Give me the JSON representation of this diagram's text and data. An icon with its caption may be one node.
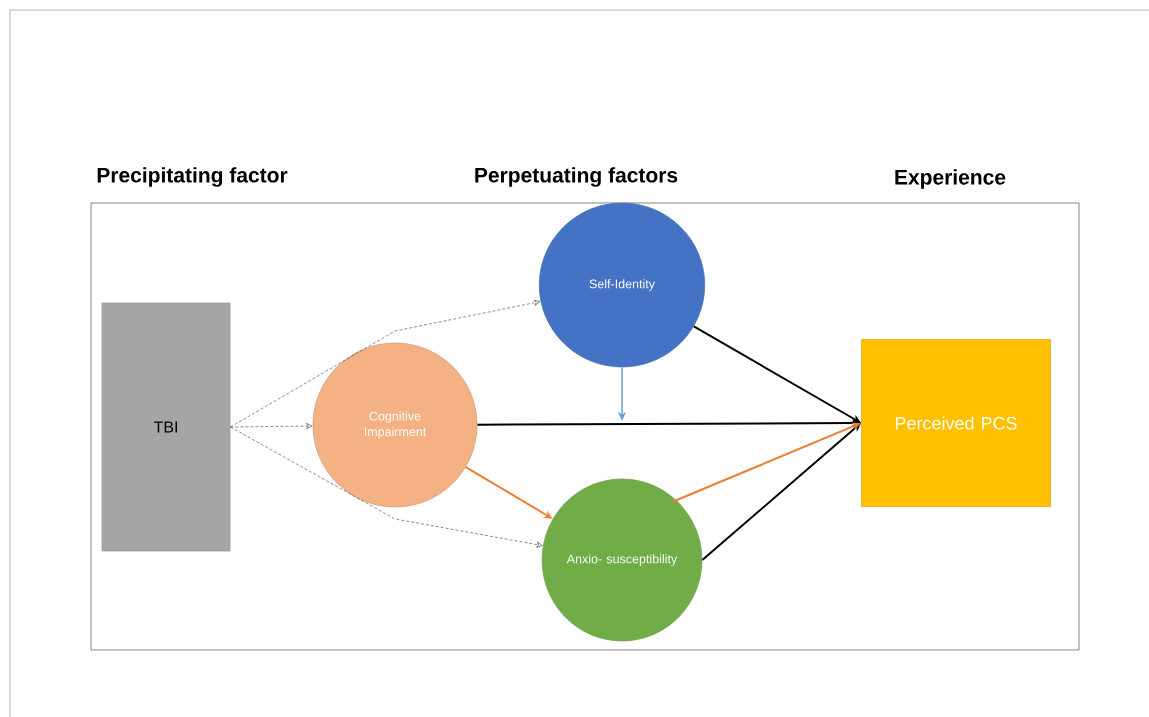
{
  "diagram": {
    "nodes": [
      {
        "text": [
          "TBI"
        ]
      },
      {
        "text": [
          "Cognitive Impairment"
        ]
      },
      {
        "text": [
          "Self-Identity"
        ]
      },
      {
        "text": [
          "Anxio- susceptibility"
        ]
      },
      {
        "text": [
          "Perceived PCS"
        ]
      }
    ],
    "edges": [
      {
        "from": 0,
        "to": 2,
        "arrow": "to",
        "style": "dashed"
      },
      {
        "from": 0,
        "to": 1,
        "arrow": "to",
        "style": "dashed"
      },
      {
        "from": 0,
        "to": 3,
        "arrow": "to",
        "style": "dashed"
      },
      {
        "from": 2,
        "to": 4,
        "arrow": "to"
      },
      {
        "from": 1,
        "to": 4,
        "arrow": "to"
      },
      {
        "from": 3,
        "to": 4,
        "arrow": "to"
      },
      {
        "from": 1,
        "to": 3,
        "arrow": "to",
        "color": "#ed7d31"
      },
      {
        "from": 3,
        "to": 4,
        "arrow": "to",
        "color": "#ed7d31"
      },
      {
        "from": 2,
        "to": null,
        "arrow": "to",
        "color": "#5b9bd5"
      }
    ],
    "labels": [
      "Precipitating factor",
      "Perpetuating factors",
      "Experience"
    ]
  }
}
